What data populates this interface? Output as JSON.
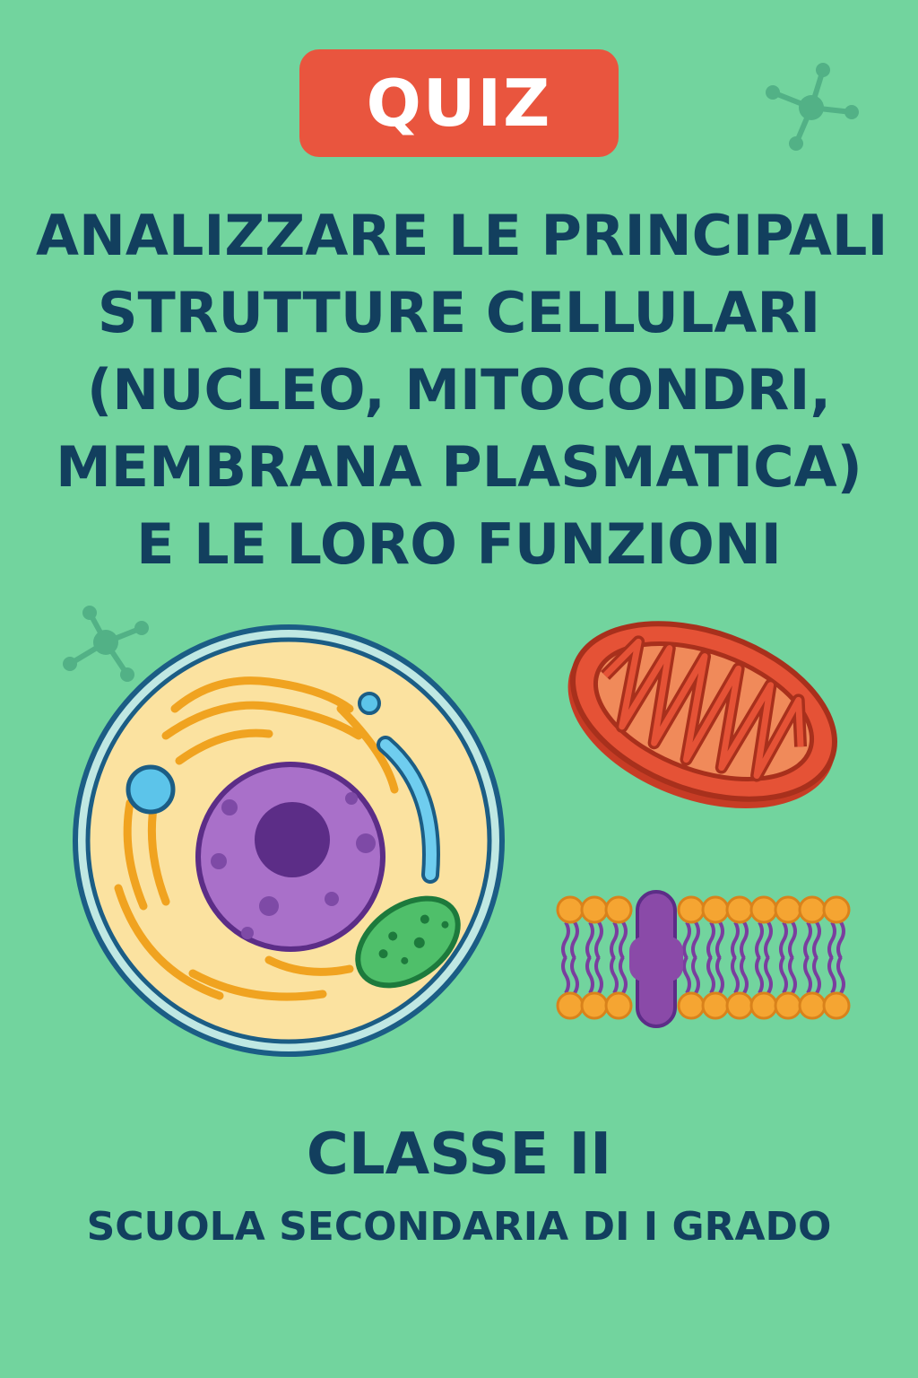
{
  "badge": {
    "label": "QUIZ",
    "color": "#e9553e"
  },
  "title": {
    "lines": [
      "ANALIZZARE LE PRINCIPALI",
      "STRUTTURE CELLULARI",
      "(NUCLEO, MITOCONDRI,",
      "MEMBRANA PLASMATICA)",
      "E LE LORO FUNZIONI"
    ],
    "color": "#123f5e"
  },
  "footer": {
    "grade": "CLASSE II",
    "school": "SCUOLA SECONDARIA DI I GRADO"
  },
  "colors": {
    "background": "#72d49e",
    "cytoplasm": "#fbe2a0",
    "nucleus": "#a970c9",
    "mitochondrion": "#e55236",
    "membrane_heads": "#f5a532",
    "protein": "#8a4aa8"
  },
  "illustrations": [
    "animal-cell",
    "mitochondrion",
    "plasma-membrane",
    "molecule-icon"
  ]
}
